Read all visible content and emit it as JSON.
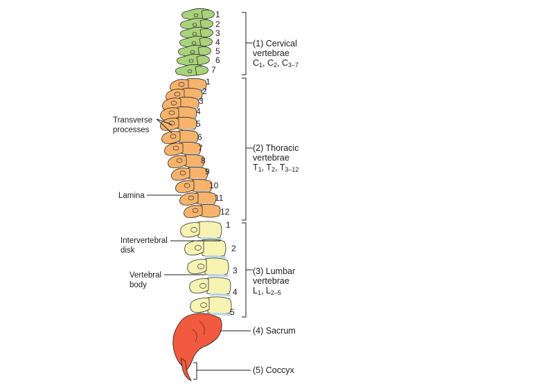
{
  "cervical": {
    "name": "(1) Cervical",
    "kind": "vertebrae",
    "abbr": [
      {
        "base": "C",
        "sub": "1"
      },
      {
        "base": ", C",
        "sub": "2"
      },
      {
        "base": ", C",
        "sub": "3–7"
      }
    ],
    "numbers": [
      "1",
      "2",
      "3",
      "4",
      "5",
      "6",
      "7"
    ]
  },
  "thoracic": {
    "name": "(2) Thoracic",
    "kind": "vertebrae",
    "abbr": [
      {
        "base": "T",
        "sub": "1"
      },
      {
        "base": ", T",
        "sub": "2"
      },
      {
        "base": ", T",
        "sub": "3–12"
      }
    ],
    "numbers": [
      "1",
      "2",
      "3",
      "4",
      "5",
      "6",
      "7",
      "8",
      "9",
      "10",
      "11",
      "12"
    ]
  },
  "lumbar": {
    "name": "(3) Lumbar",
    "kind": "vertebrae",
    "abbr": [
      {
        "base": "L",
        "sub": "1"
      },
      {
        "base": ", L",
        "sub": "2–5"
      }
    ],
    "numbers": [
      "1",
      "2",
      "3",
      "4",
      "5"
    ]
  },
  "sacrum": {
    "name": "(4) Sacrum"
  },
  "coccyx": {
    "name": "(5) Coccyx"
  },
  "callouts": {
    "transverse_line1": "Transverse",
    "transverse_line2": "processes",
    "lamina": "Lamina",
    "disk_line1": "Intervertebral",
    "disk_line2": "disk",
    "body_line1": "Vertebral",
    "body_line2": "body"
  },
  "colors": {
    "cervical": "#a9d37a",
    "thoracic": "#f7b36c",
    "lumbar": "#f7f3b3",
    "sacrum": "#f15a3e",
    "disk": "#b9d3e6",
    "outline": "#2a2a2a"
  }
}
